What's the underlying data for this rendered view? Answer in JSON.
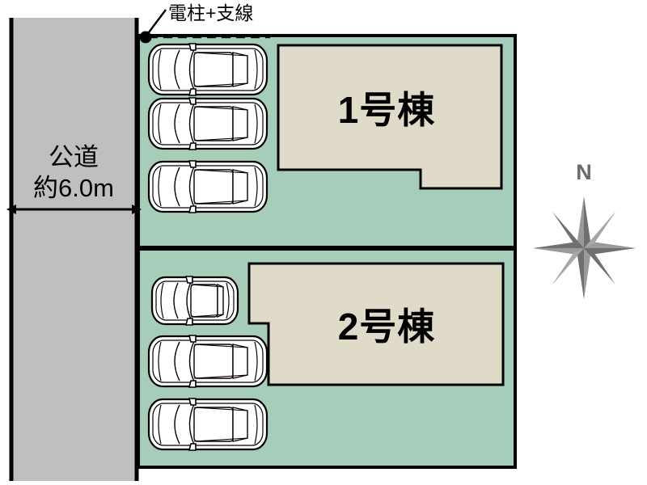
{
  "diagram": {
    "title": "site-plan",
    "colors": {
      "road_fill": "#bfbfbf",
      "lot_fill": "#a5cdb9",
      "building_fill": "#e0dac8",
      "outline": "#000000",
      "compass_fill": "#707070",
      "car_fill": "#ffffff"
    }
  },
  "road": {
    "label_line1": "公道",
    "label_line2": "約6.0m",
    "dimension_note": "約6.0m"
  },
  "annotations": {
    "utility_pole": "電柱+支線"
  },
  "buildings": [
    {
      "id": "building-1",
      "label": "1号棟"
    },
    {
      "id": "building-2",
      "label": "2号棟"
    }
  ],
  "lots": [
    {
      "id": "lot-1",
      "building": "1号棟",
      "parking_spaces": 3
    },
    {
      "id": "lot-2",
      "building": "2号棟",
      "parking_spaces": 3
    }
  ],
  "compass": {
    "north_label": "N",
    "icon": "compass-rose-icon"
  },
  "parking": {
    "cars": [
      {
        "id": "car-1-1",
        "lot": "lot-1",
        "size": "large"
      },
      {
        "id": "car-1-2",
        "lot": "lot-1",
        "size": "large"
      },
      {
        "id": "car-1-3",
        "lot": "lot-1",
        "size": "large"
      },
      {
        "id": "car-2-1",
        "lot": "lot-2",
        "size": "small"
      },
      {
        "id": "car-2-2",
        "lot": "lot-2",
        "size": "large"
      },
      {
        "id": "car-2-3",
        "lot": "lot-2",
        "size": "large"
      }
    ]
  }
}
